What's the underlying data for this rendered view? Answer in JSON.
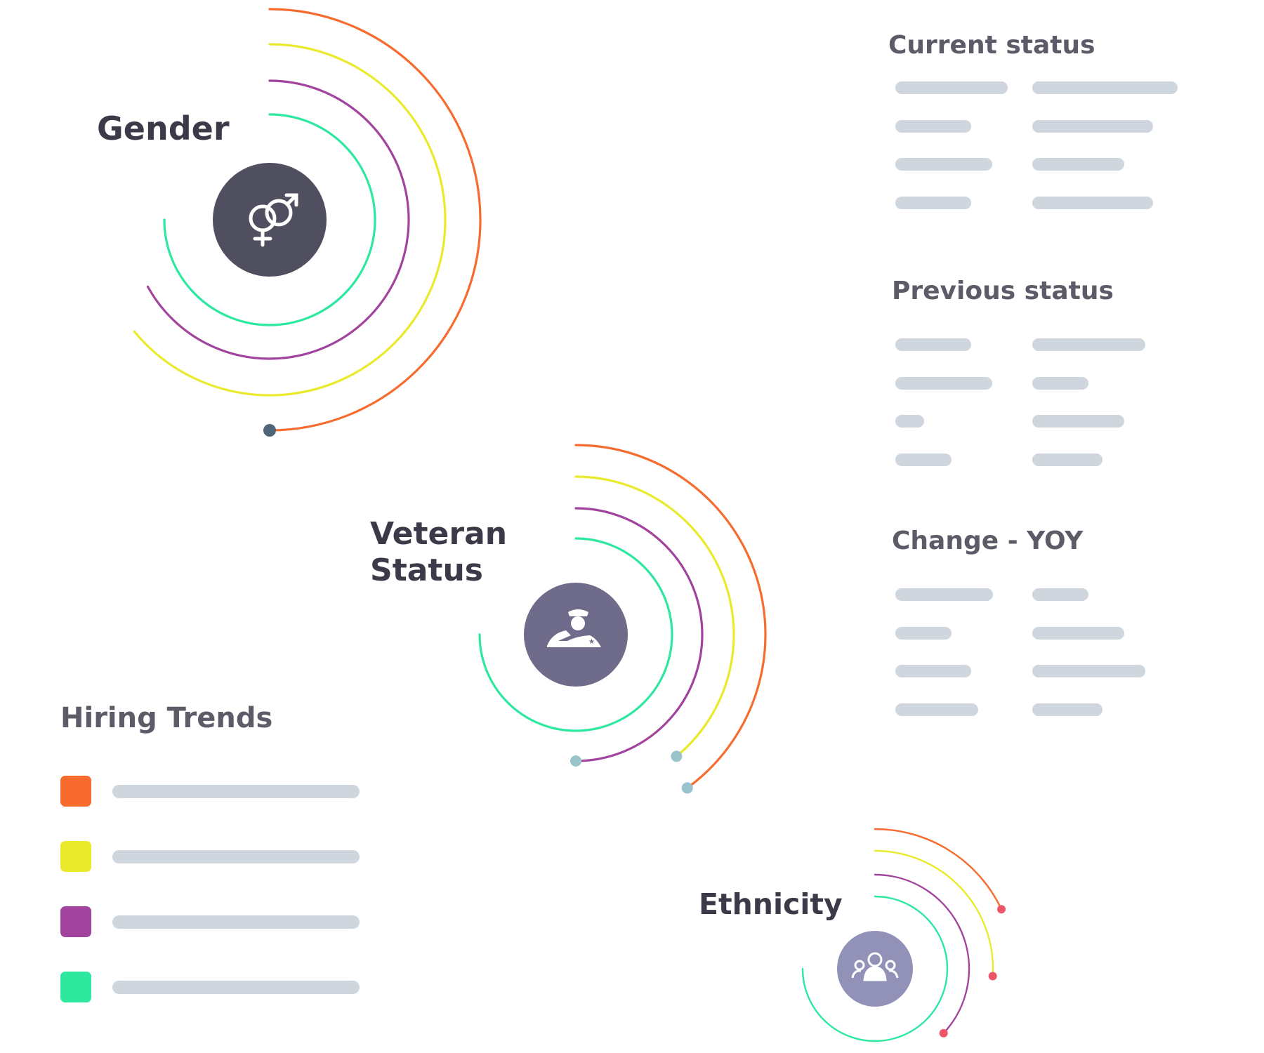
{
  "colors": {
    "orange": "#f76b2e",
    "yellow": "#eaea2c",
    "purple": "#a2449e",
    "green": "#2ee8a0",
    "text_dark": "#3a3a48",
    "text_gray": "#5c5c68",
    "placeholder": "#cfd6de"
  },
  "chart_data": [
    {
      "type": "radial-arc",
      "title": "Gender",
      "icon": "gender-symbol-icon",
      "icon_bg": "#504f60",
      "end_dot_color": "#4e6678",
      "series": [
        {
          "color": "#f76b2e",
          "value": 0.5
        },
        {
          "color": "#eaea2c",
          "value": 0.64
        },
        {
          "color": "#a2449e",
          "value": 0.67
        },
        {
          "color": "#2ee8a0",
          "value": 0.75
        }
      ]
    },
    {
      "type": "radial-arc",
      "title": "Veteran\nStatus",
      "icon": "saluting-soldier-icon",
      "icon_bg": "#6f6b8a",
      "end_dot_color": "#9ac3cc",
      "series": [
        {
          "color": "#f76b2e",
          "value": 0.4
        },
        {
          "color": "#eaea2c",
          "value": 0.39
        },
        {
          "color": "#a2449e",
          "value": 0.5
        },
        {
          "color": "#2ee8a0",
          "value": 0.75
        }
      ]
    },
    {
      "type": "radial-arc",
      "title": "Ethnicity",
      "icon": "group-people-icon",
      "icon_bg": "#9291b7",
      "end_dot_color": "#ec5668",
      "series": [
        {
          "color": "#f76b2e",
          "value": 0.18
        },
        {
          "color": "#eaea2c",
          "value": 0.26
        },
        {
          "color": "#a2449e",
          "value": 0.37
        },
        {
          "color": "#2ee8a0",
          "value": 0.75
        }
      ]
    }
  ],
  "status_panels": {
    "current": {
      "title": "Current status",
      "rows": 4
    },
    "previous": {
      "title": "Previous status",
      "rows": 4
    },
    "change": {
      "title": "Change - YOY",
      "rows": 4
    }
  },
  "hiring_trends": {
    "title": "Hiring Trends",
    "items": [
      {
        "color": "#f76b2e"
      },
      {
        "color": "#eaea2c"
      },
      {
        "color": "#a2449e"
      },
      {
        "color": "#2ee8a0"
      }
    ]
  }
}
